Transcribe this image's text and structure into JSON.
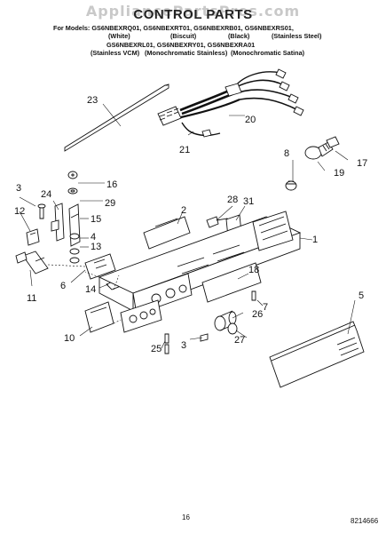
{
  "watermark": "AppliancePartsPros.com",
  "title": "CONTROL PARTS",
  "models": {
    "line1": "For Models: GS6NBEXRQ01, GS6NBEXRT01, GS6NBEXRB01, GS6NBEXRS01,",
    "white": "(White)",
    "biscuit": "(Biscuit)",
    "black": "(Black)",
    "stainless_steel": "(Stainless Steel)",
    "line3": "GS6NBEXRL01, GS6NBEXRY01, GS6NBEXRA01",
    "stainless_vcm": "(Stainless VCM)",
    "mono_stainless": "(Monochromatic Stainless)",
    "mono_satina": "(Monochromatic Satina)"
  },
  "callouts": {
    "c1": "1",
    "c2": "2",
    "c3a": "3",
    "c3b": "3",
    "c4": "4",
    "c5": "5",
    "c6": "6",
    "c7": "7",
    "c8": "8",
    "c10": "10",
    "c11": "11",
    "c12": "12",
    "c13": "13",
    "c14": "14",
    "c15": "15",
    "c16": "16",
    "c17": "17",
    "c18": "18",
    "c19": "19",
    "c20": "20",
    "c21": "21",
    "c23": "23",
    "c24": "24",
    "c25": "25",
    "c26": "26",
    "c27": "27",
    "c28": "28",
    "c29": "29",
    "c31": "31"
  },
  "footer": {
    "page": "16",
    "doc": "8214666"
  }
}
